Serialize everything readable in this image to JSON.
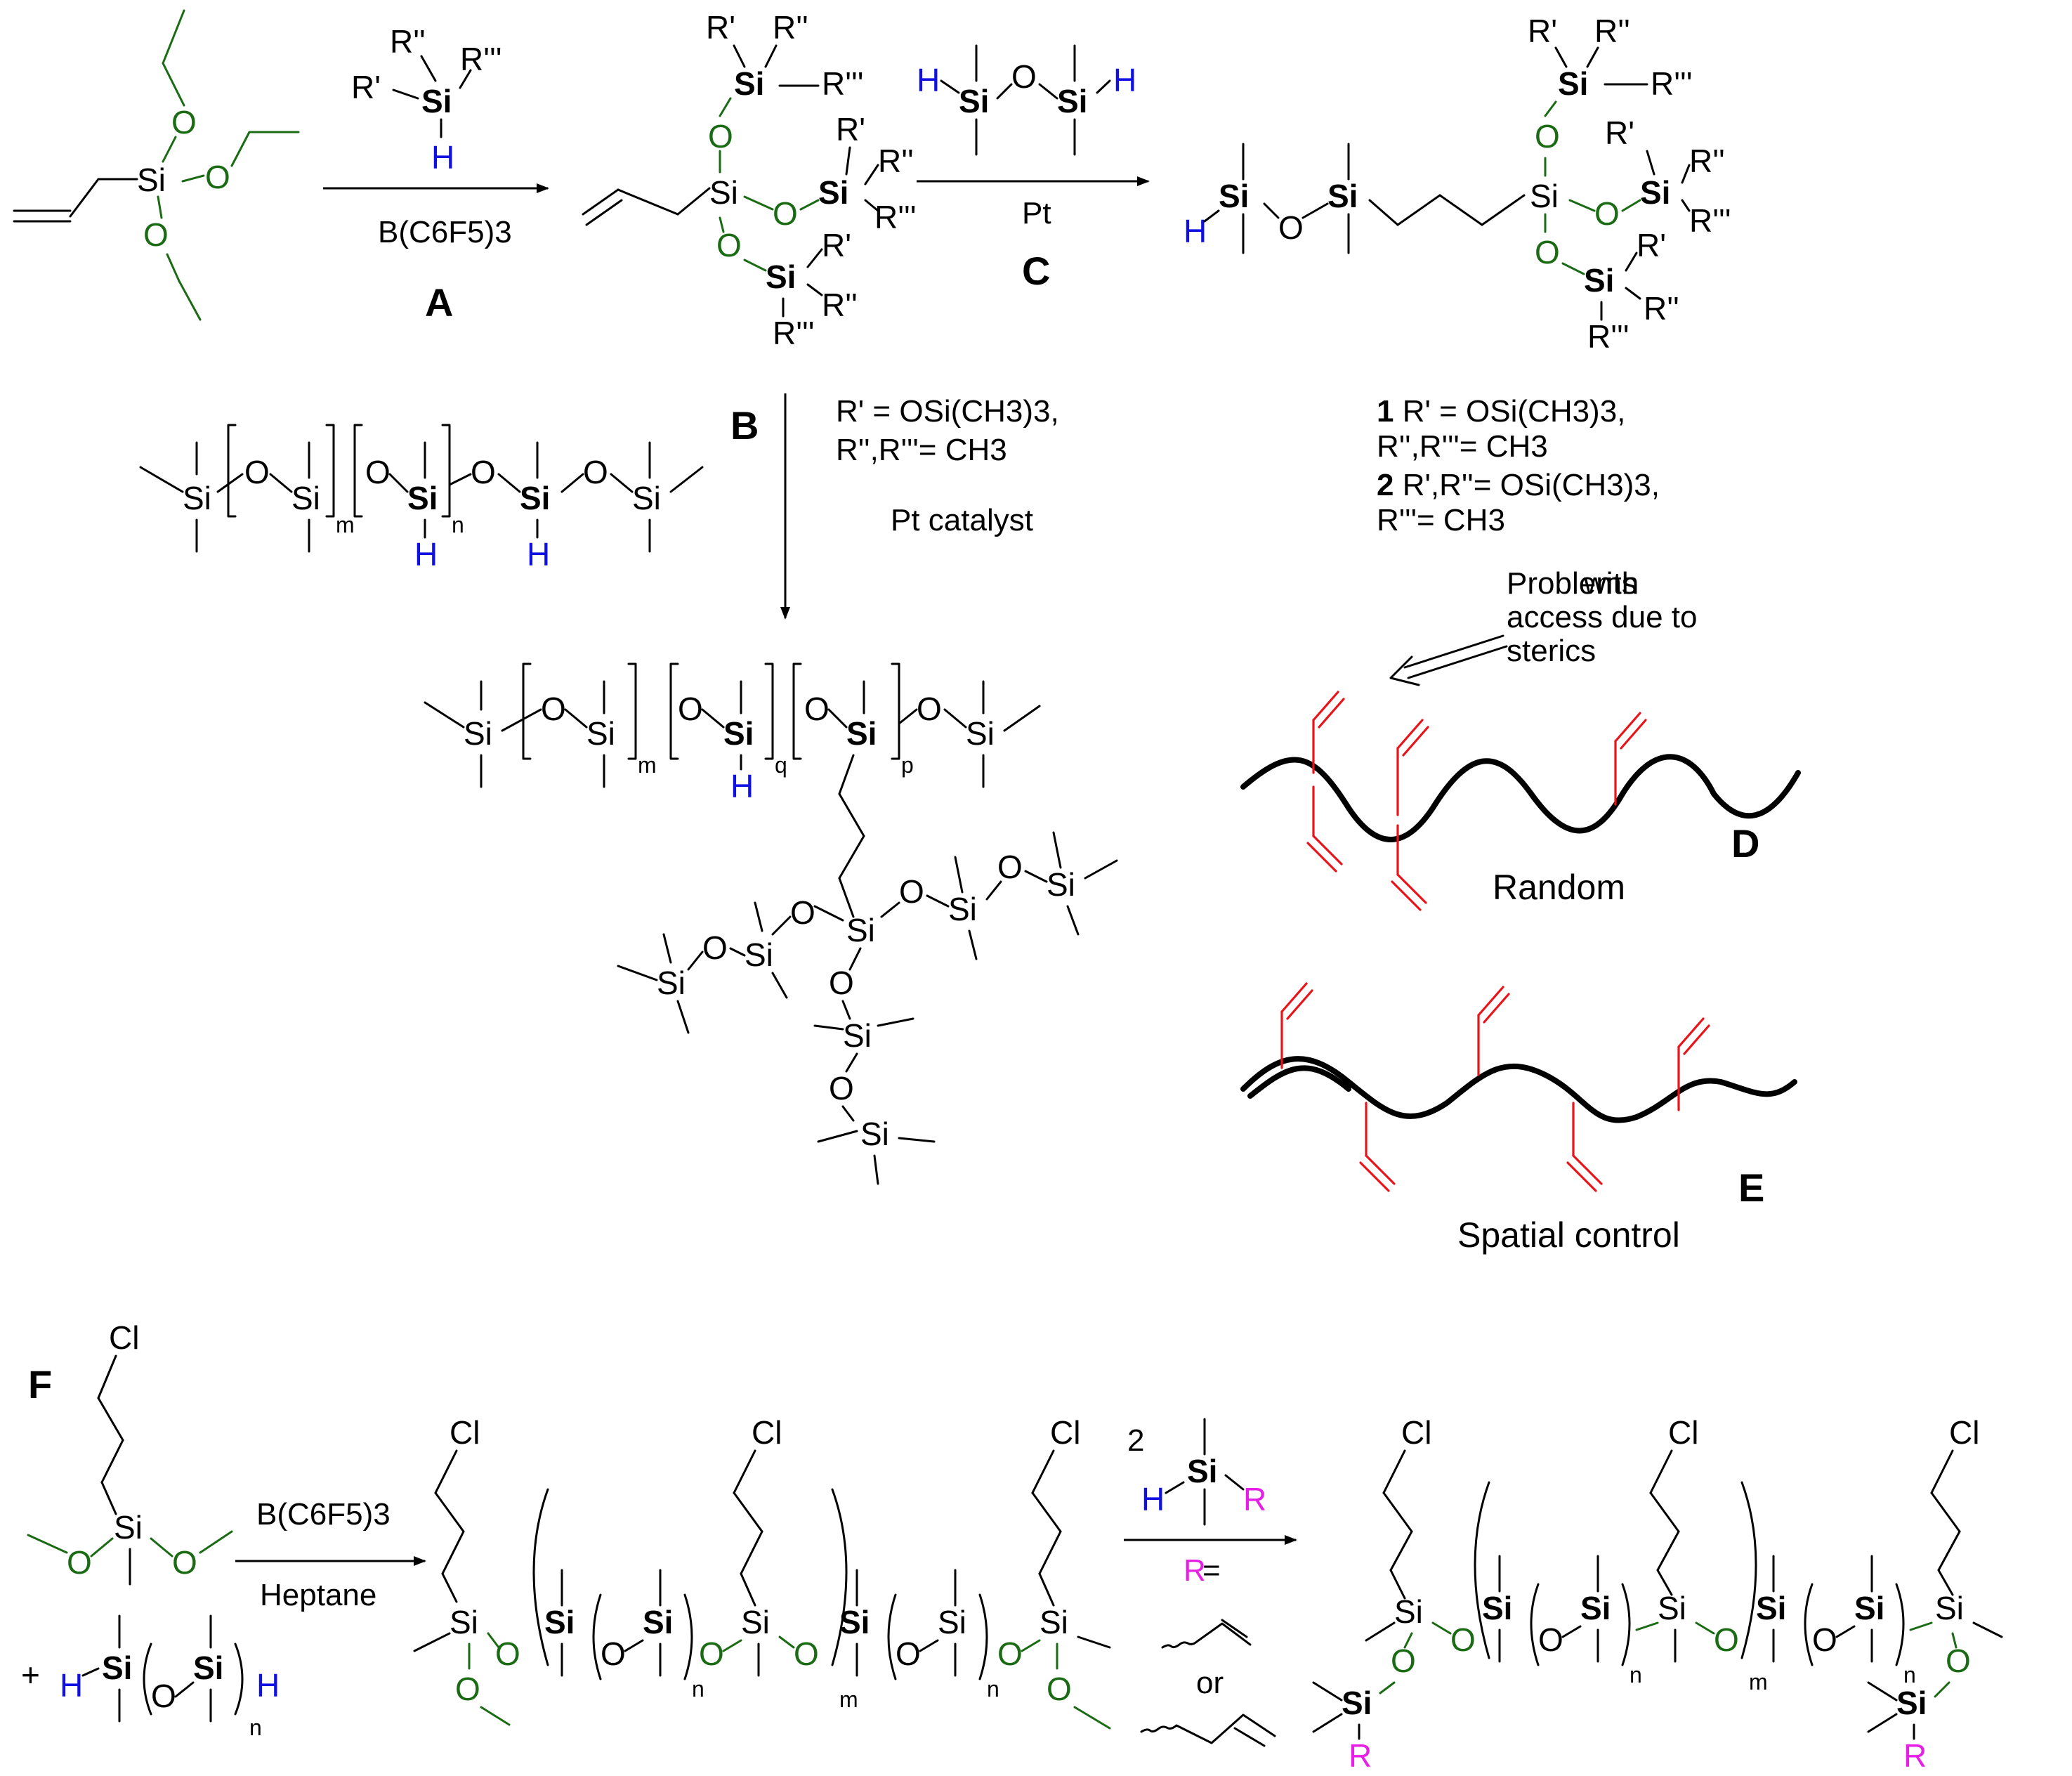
{
  "panels": {
    "A": {
      "label": "A",
      "catalyst": "B(C6F5)3",
      "reagent_atoms": [
        "R''",
        "R'''",
        "R'",
        "Si",
        "H"
      ]
    },
    "B": {
      "label": "B",
      "conditions": [
        "R' = OSi(CH3)3,",
        "R'',R'''= CH3",
        "Pt catalyst"
      ]
    },
    "C": {
      "label": "C",
      "catalyst": "Pt"
    },
    "D": {
      "label": "D",
      "caption": "Random",
      "note": [
        "Problems",
        "with",
        "access due to",
        "sterics"
      ]
    },
    "E": {
      "label": "E",
      "caption": "Spatial control"
    },
    "F": {
      "label": "F",
      "catalyst": "B(C6F5)3",
      "solvent": "Heptane",
      "equiv": "2",
      "r_def": "R=",
      "or": "or"
    }
  },
  "products": {
    "compound1": {
      "num": "1",
      "text": "R' = OSi(CH3)3,",
      "line2": "R'',R'''= CH3"
    },
    "compound2": {
      "num": "2",
      "text": "R',R''= OSi(CH3)3,",
      "line2": "R'''= CH3"
    }
  },
  "atoms": {
    "si": "Si",
    "o": "O",
    "h": "H",
    "cl": "Cl",
    "r": "R"
  },
  "subscripts": [
    "m",
    "n",
    "q",
    "p"
  ],
  "colors": {
    "oxygen": "#1a6b14",
    "hydrogen": "#1010e0",
    "vinyl": "#e8141a",
    "r_group": "#e61ee6"
  }
}
